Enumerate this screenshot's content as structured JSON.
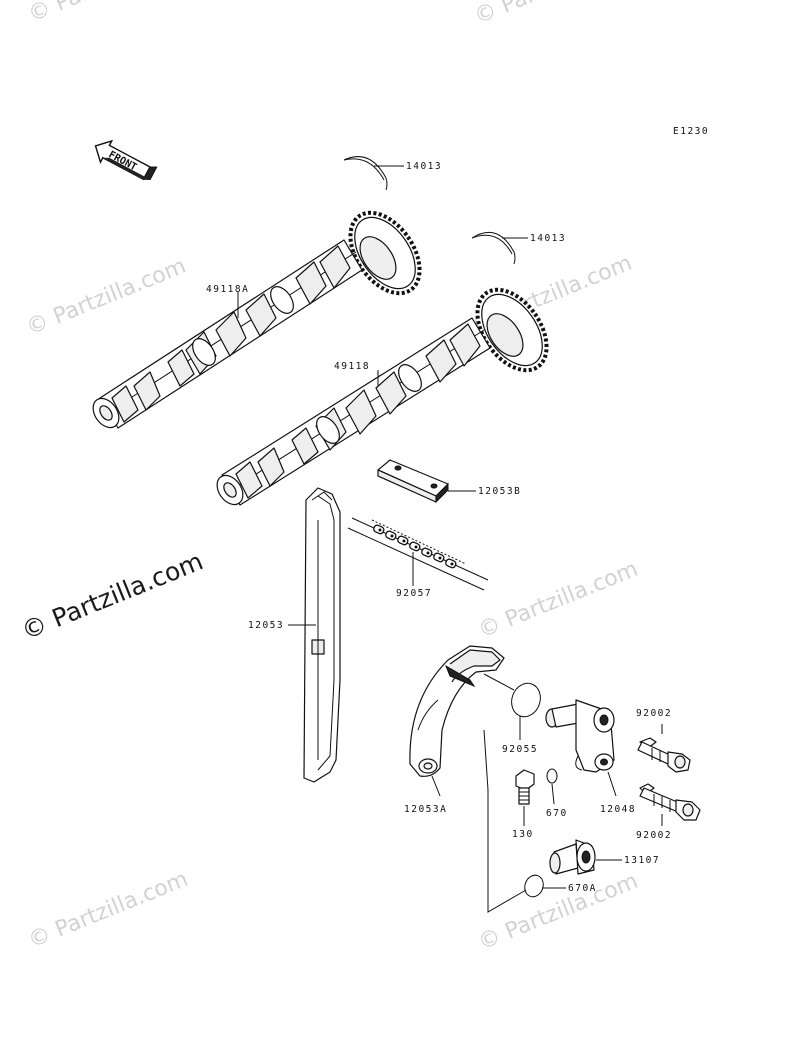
{
  "diagram_code": "E1230",
  "front_label": "FRONT",
  "watermark_text": "© Partzilla.com",
  "parts": {
    "p14013_a": "14013",
    "p14013_b": "14013",
    "p49118A": "49118A",
    "p49118": "49118",
    "p12053B": "12053B",
    "p92057": "92057",
    "p12053": "12053",
    "p92055": "92055",
    "p12053A": "12053A",
    "p130": "130",
    "p670": "670",
    "p12048": "12048",
    "p92002_a": "92002",
    "p92002_b": "92002",
    "p13107": "13107",
    "p670A": "670A"
  }
}
